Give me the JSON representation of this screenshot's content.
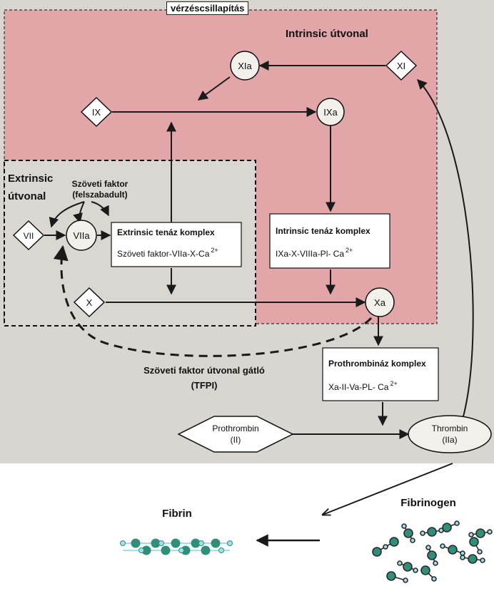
{
  "title": "vérzéscsillapítás",
  "colors": {
    "intrinsic_region": "#e2a6a9",
    "paper_background": "#d9d5d0",
    "fibrin_node": "#2f8f7a",
    "fibrin_link": "#9fe0ec",
    "line": "#1a1a1a"
  },
  "regions": {
    "intrinsic_label": "Intrinsic útvonal",
    "extrinsic_label_line1": "Extrinsic",
    "extrinsic_label_line2": "útvonal"
  },
  "factors": {
    "xi": "XI",
    "xia": "XIa",
    "ix": "IX",
    "ixa": "IXa",
    "vii": "VII",
    "viia": "VIIa",
    "x": "X",
    "xa": "Xa"
  },
  "tissue_factor": {
    "line1": "Szöveti faktor",
    "line2": "(felszabadult)"
  },
  "complexes": {
    "extrinsic": {
      "title": "Extrinsic tenáz komplex",
      "formula": "Szöveti faktor-VIIa-X-Ca",
      "sup": "2+"
    },
    "intrinsic": {
      "title": "Intrinsic tenáz komplex",
      "formula": "IXa-X-VIIIa-Pl- Ca",
      "sup": "2+"
    },
    "prothrombinase": {
      "title": "Prothrombináz komplex",
      "formula": "Xa-II-Va-PL- Ca",
      "sup": "2+"
    }
  },
  "tfpi": {
    "line1": "Szöveti faktor útvonal gátló",
    "line2": "(TFPI)"
  },
  "prothrombin": {
    "line1": "Prothrombin",
    "line2": "(II)"
  },
  "thrombin": {
    "line1": "Thrombin",
    "line2": "(IIa)"
  },
  "fibrin": "Fibrin",
  "fibrinogen": "Fibrinogen"
}
